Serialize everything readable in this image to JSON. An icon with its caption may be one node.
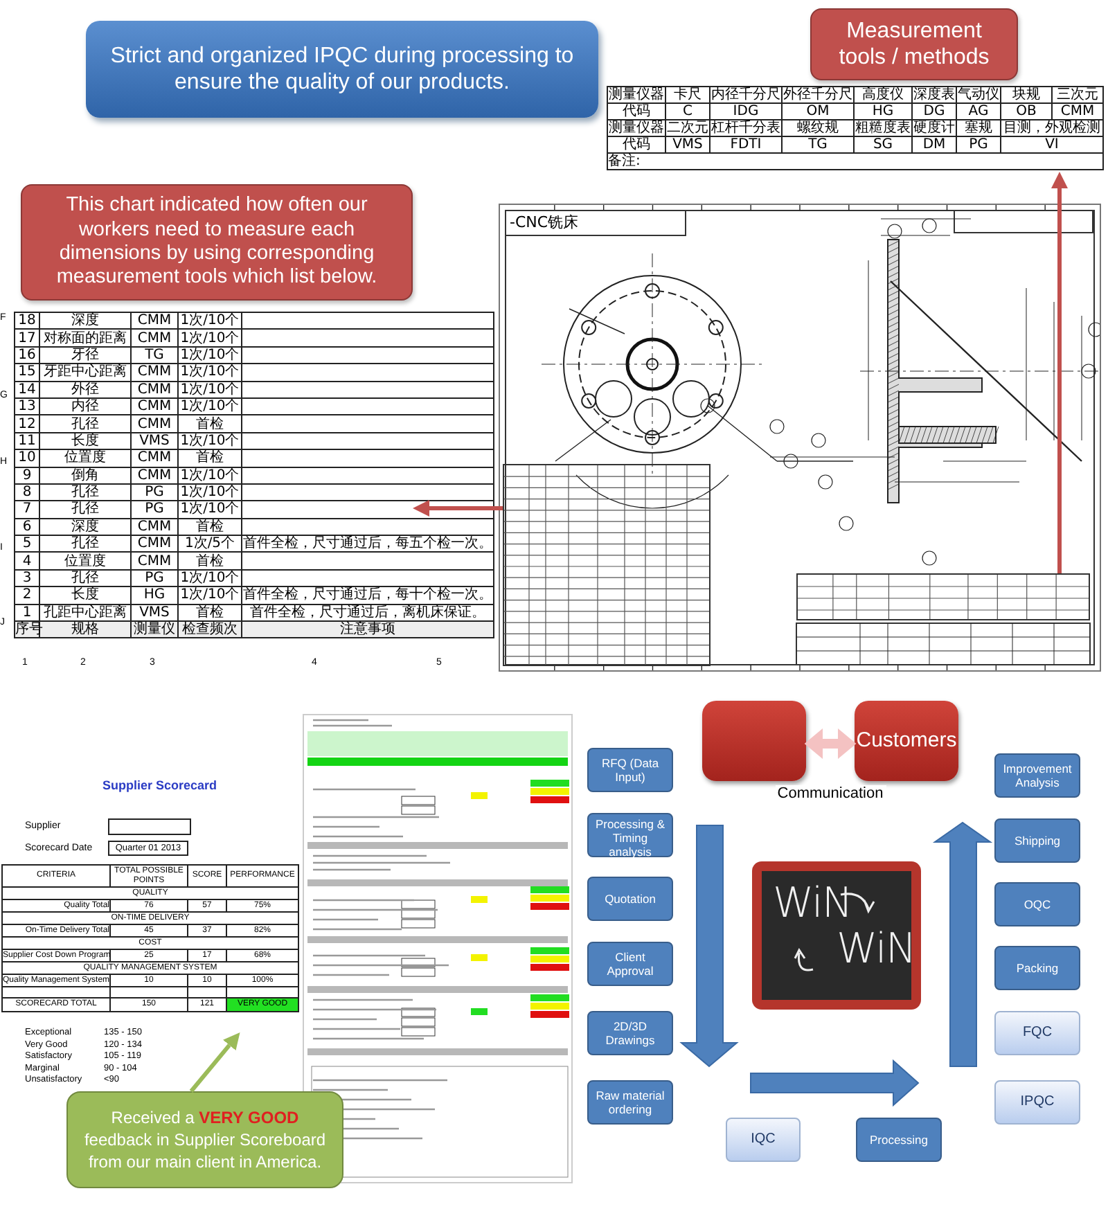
{
  "diagram": {
    "nodes": [
      {
        "text": [
          "Strict and organized IPQC during processing to ensure the quality of our products."
        ]
      },
      {
        "text": [
          "Measurement tools / methods"
        ]
      },
      {
        "text": [
          "This chart indicated how often our workers need to measure each dimensions by using corresponding measurement tools which list below."
        ]
      },
      {
        "text": [],
        "shape": "picture"
      },
      {
        "text": [],
        "shape": "box",
        "in": 3
      },
      {
        "text": [],
        "shape": "box",
        "in": 3
      },
      {
        "text": [
          "Received a **VERY GOOD** feedback in Supplier Scoreboard from our main client in America."
        ]
      },
      {
        "text": [],
        "shape": "box"
      },
      {
        "text": [
          "Customers"
        ]
      },
      {
        "text": [
          "RFQ (Data Input)"
        ]
      },
      {
        "text": [
          "Processing & Timing analysis"
        ]
      },
      {
        "text": [
          "Quotation"
        ]
      },
      {
        "text": [
          "Client Approval"
        ]
      },
      {
        "text": [
          "2D/3D Drawings"
        ]
      },
      {
        "text": [
          "Raw material ordering"
        ]
      },
      {
        "text": [
          "IQC"
        ]
      },
      {
        "text": [
          "Processing"
        ]
      },
      {
        "text": [
          "Improvement Analysis"
        ]
      },
      {
        "text": [
          "Shipping"
        ]
      },
      {
        "text": [
          "OQC"
        ]
      },
      {
        "text": [
          "Packing"
        ]
      },
      {
        "text": [
          "FQC"
        ]
      },
      {
        "text": [
          "IPQC"
        ]
      }
    ],
    "edges": [
      {
        "from": 5,
        "to": null,
        "arrow": "to",
        "color": "#c0504d"
      },
      {
        "from": 4,
        "to": null,
        "arrow": "to",
        "color": "#c0504d"
      },
      {
        "from": 6,
        "to": null,
        "arrow": "to",
        "color": "#9bbb59"
      },
      {
        "from": 7,
        "to": 8,
        "arrow": "both",
        "label": "Communication",
        "style": "thick",
        "color": "#f4c2c2"
      }
    ],
    "labels": [
      "测量仪器",
      "卡尺",
      "内径千分尺",
      "外径千分尺",
      "高度仪",
      "深度表",
      "气动仪",
      "块规",
      "三次元",
      "代码",
      "C",
      "IDG",
      "OM",
      "HG",
      "DG",
      "AG",
      "OB",
      "CMM",
      "测量仪器",
      "二次元",
      "杠杆千分表",
      "螺纹规",
      "粗糙度表",
      "硬度计",
      "塞规",
      "目测，外观检测",
      "代码",
      "VMS",
      "FDTI",
      "TG",
      "SG",
      "DM",
      "PG",
      "VI",
      "备注:",
      "-CNC铣床",
      "18",
      "深度",
      "CMM",
      "1次/10个",
      "17",
      "对称面的距离",
      "CMM",
      "1次/10个",
      "16",
      "牙径",
      "TG",
      "1次/10个",
      "15",
      "牙距中心距离",
      "CMM",
      "1次/10个",
      "14",
      "外径",
      "CMM",
      "1次/10个",
      "13",
      "内径",
      "CMM",
      "1次/10个",
      "12",
      "孔径",
      "CMM",
      "首检",
      "11",
      "长度",
      "VMS",
      "1次/10个",
      "10",
      "位置度",
      "CMM",
      "首检",
      "9",
      "倒角",
      "CMM",
      "1次/10个",
      "8",
      "孔径",
      "PG",
      "1次/10个",
      "7",
      "孔径",
      "PG",
      "1次/10个",
      "6",
      "深度",
      "CMM",
      "首检",
      "5",
      "孔径",
      "CMM",
      "1次/5个",
      "首件全检，尺寸通过后，每五个检一次。",
      "4",
      "位置度",
      "CMM",
      "首检",
      "3",
      "孔径",
      "PG",
      "1次/10个",
      "2",
      "长度",
      "HG",
      "1次/10个",
      "首件全检，尺寸通过后，每十个检一次。",
      "1",
      "孔距中心距离",
      "VMS",
      "首检",
      "首件全检，尺寸通过后，离机床保证。",
      "序号",
      "规格",
      "测量仪",
      "检查频次",
      "注意事项",
      "F",
      "G",
      "H",
      "I",
      "J",
      "1",
      "2",
      "3",
      "4",
      "5",
      "Supplier Scorecard",
      "Supplier",
      "Scorecard Date",
      "Quarter 01 2013",
      "CRITERIA",
      "TOTAL POSSIBLE POINTS",
      "SCORE",
      "PERFORMANCE",
      "QUALITY",
      "Quality Total",
      "76",
      "57",
      "75%",
      "ON-TIME DELIVERY",
      "On-Time Delivery Total",
      "45",
      "37",
      "82%",
      "COST",
      "Supplier Cost Down Program",
      "25",
      "17",
      "68%",
      "QUALITY MANAGEMENT SYSTEM",
      "Quality Management System",
      "10",
      "10",
      "100%",
      "SCORECARD TOTAL",
      "150",
      "121",
      "VERY GOOD",
      "Exceptional",
      "135 - 150",
      "Very Good",
      "120 - 134",
      "Satisfactory",
      "105 - 119",
      "Marginal",
      "90 - 104",
      "Unsatisfactory",
      "<90",
      "WiN",
      "WiN"
    ]
  }
}
